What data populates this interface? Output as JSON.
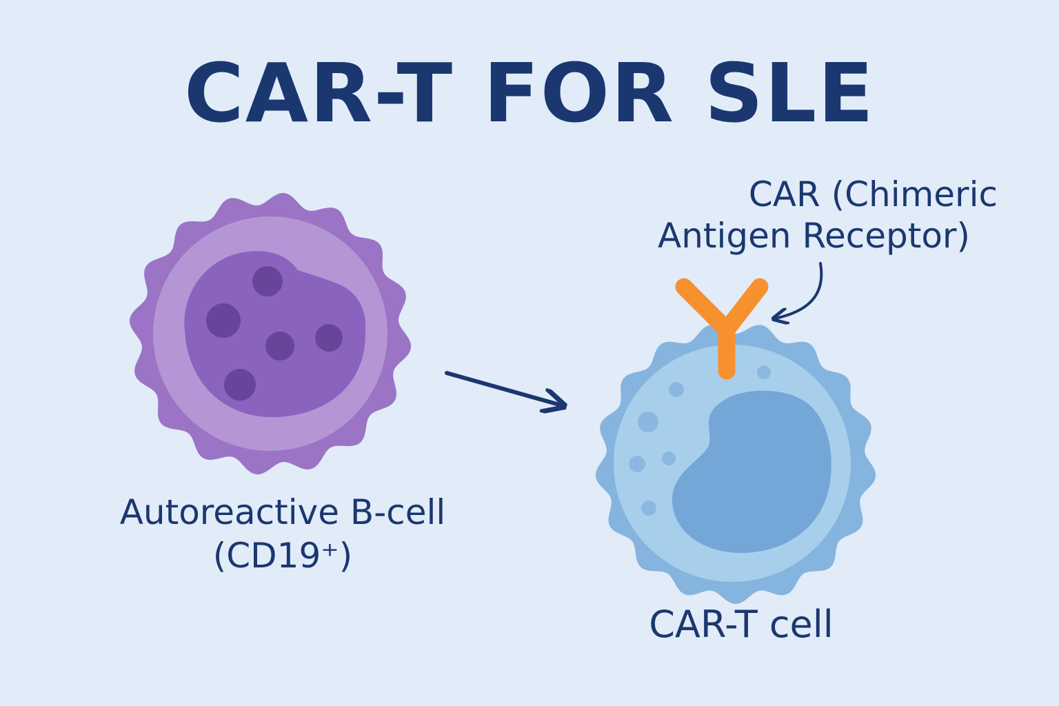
{
  "title": "CAR-T FOR SLE",
  "b_cell": {
    "label_line1": "Autoreactive B-cell",
    "label_line2": "(CD19⁺)"
  },
  "car_t_cell": {
    "label": "CAR-T cell"
  },
  "car": {
    "label_line1": "CAR (Chimeric",
    "label_line2": "Antigen Receptor)"
  },
  "colors": {
    "background": "#e1ecf8",
    "text": "#1b3770",
    "b_cell_outer": "#9b74c6",
    "b_cell_ring": "#b596d4",
    "b_cell_nucleus": "#8a63bf",
    "b_cell_spots": "#68459a",
    "t_cell_outer": "#85b4df",
    "t_cell_inner": "#a7cfeb",
    "t_cell_nucleus": "#74a6d7",
    "receptor": "#f7912f"
  }
}
